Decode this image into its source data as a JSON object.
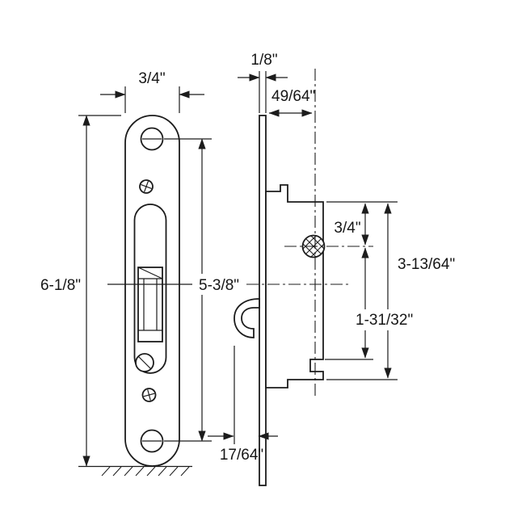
{
  "drawing": {
    "front_view": {
      "width_label": "3/4\"",
      "height_label": "6-1/8\"",
      "hole_spacing_label": "5-3/8\""
    },
    "side_view": {
      "plate_thickness_label": "1/8\"",
      "backset_label": "49/64\"",
      "top_to_screw_label": "3/4\"",
      "case_height_label": "3-13/64\"",
      "screw_to_hook_label": "1-31/32\"",
      "hook_projection_label": "17/64\""
    }
  }
}
